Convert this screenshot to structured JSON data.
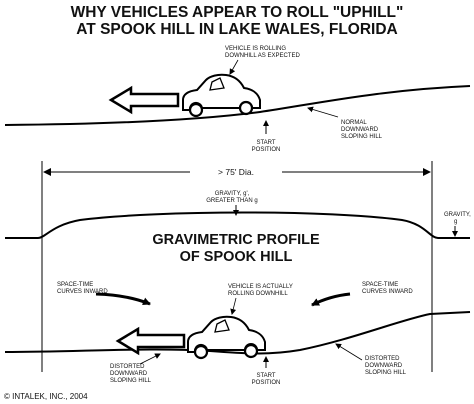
{
  "title": {
    "line1": "WHY VEHICLES APPEAR TO ROLL \"UPHILL\"",
    "line2": "AT SPOOK HILL IN LAKE WALES, FLORIDA"
  },
  "top_panel": {
    "car_note_1": "VEHICLE IS ROLLING",
    "car_note_2": "DOWNHILL AS EXPECTED",
    "start_1": "START",
    "start_2": "POSITION",
    "hill_1": "NORMAL",
    "hill_2": "DOWNWARD",
    "hill_3": "SLOPING HILL"
  },
  "gravity_panel": {
    "dimension": "> 75' Dia.",
    "gravity_high_1": "GRAVITY, g',",
    "gravity_high_2": "GREATER THAN g",
    "gravity_normal_1": "GRAVITY,",
    "gravity_normal_2": "g",
    "profile_1": "GRAVIMETRIC PROFILE",
    "profile_2": "OF SPOOK HILL"
  },
  "bottom_panel": {
    "car_note_1": "VEHICLE IS ACTUALLY",
    "car_note_2": "ROLLING DOWNHILL",
    "left_curve_1": "SPACE-TIME",
    "left_curve_2": "CURVES INWARD",
    "right_curve_1": "SPACE-TIME",
    "right_curve_2": "CURVES INWARD",
    "distort_left_1": "DISTORTED",
    "distort_left_2": "DOWNWARD",
    "distort_left_3": "SLOPING HILL",
    "start_1": "START",
    "start_2": "POSITION",
    "distort_right_1": "DISTORTED",
    "distort_right_2": "DOWNWARD",
    "distort_right_3": "SLOPING HILL"
  },
  "copyright": "© INTALEK, INC., 2004"
}
